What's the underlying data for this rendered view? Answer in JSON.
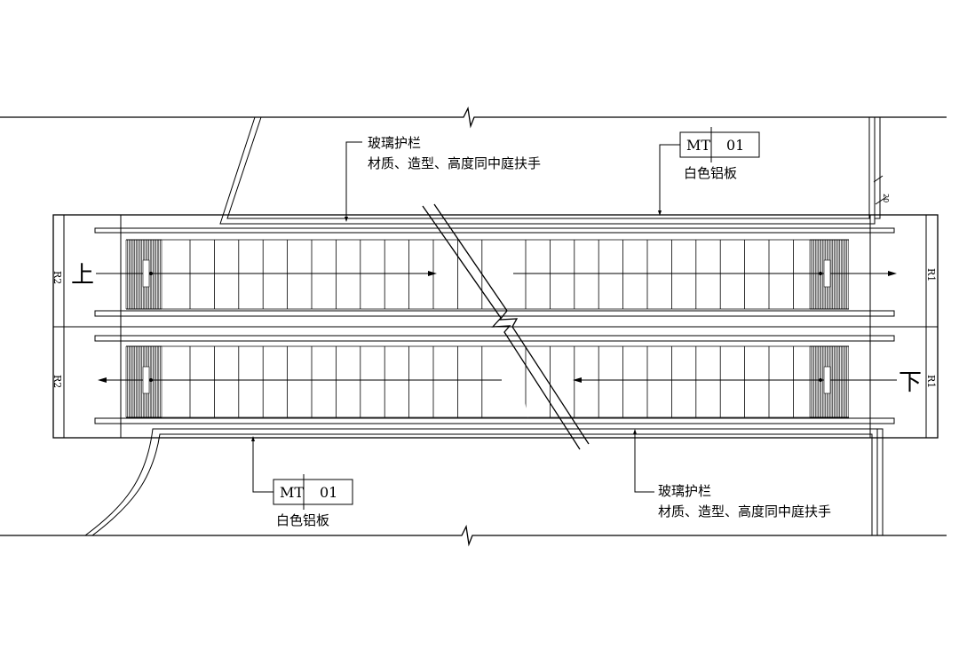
{
  "drawing": {
    "direction_up": "上",
    "direction_down": "下",
    "end_left_top": "R2",
    "end_left_bottom": "R2",
    "end_right_top": "R1",
    "end_right_bottom": "R1",
    "dimension_value": "20"
  },
  "callouts": {
    "glass_top": {
      "line1": "玻璃护栏",
      "line2": "材质、造型、高度同中庭扶手"
    },
    "glass_bottom": {
      "line1": "玻璃护栏",
      "line2": "材质、造型、高度同中庭扶手"
    },
    "material_top": {
      "code": "MT",
      "number": "01",
      "desc": "白色铝板"
    },
    "material_bottom": {
      "code": "MT",
      "number": "01",
      "desc": "白色铝板"
    }
  }
}
